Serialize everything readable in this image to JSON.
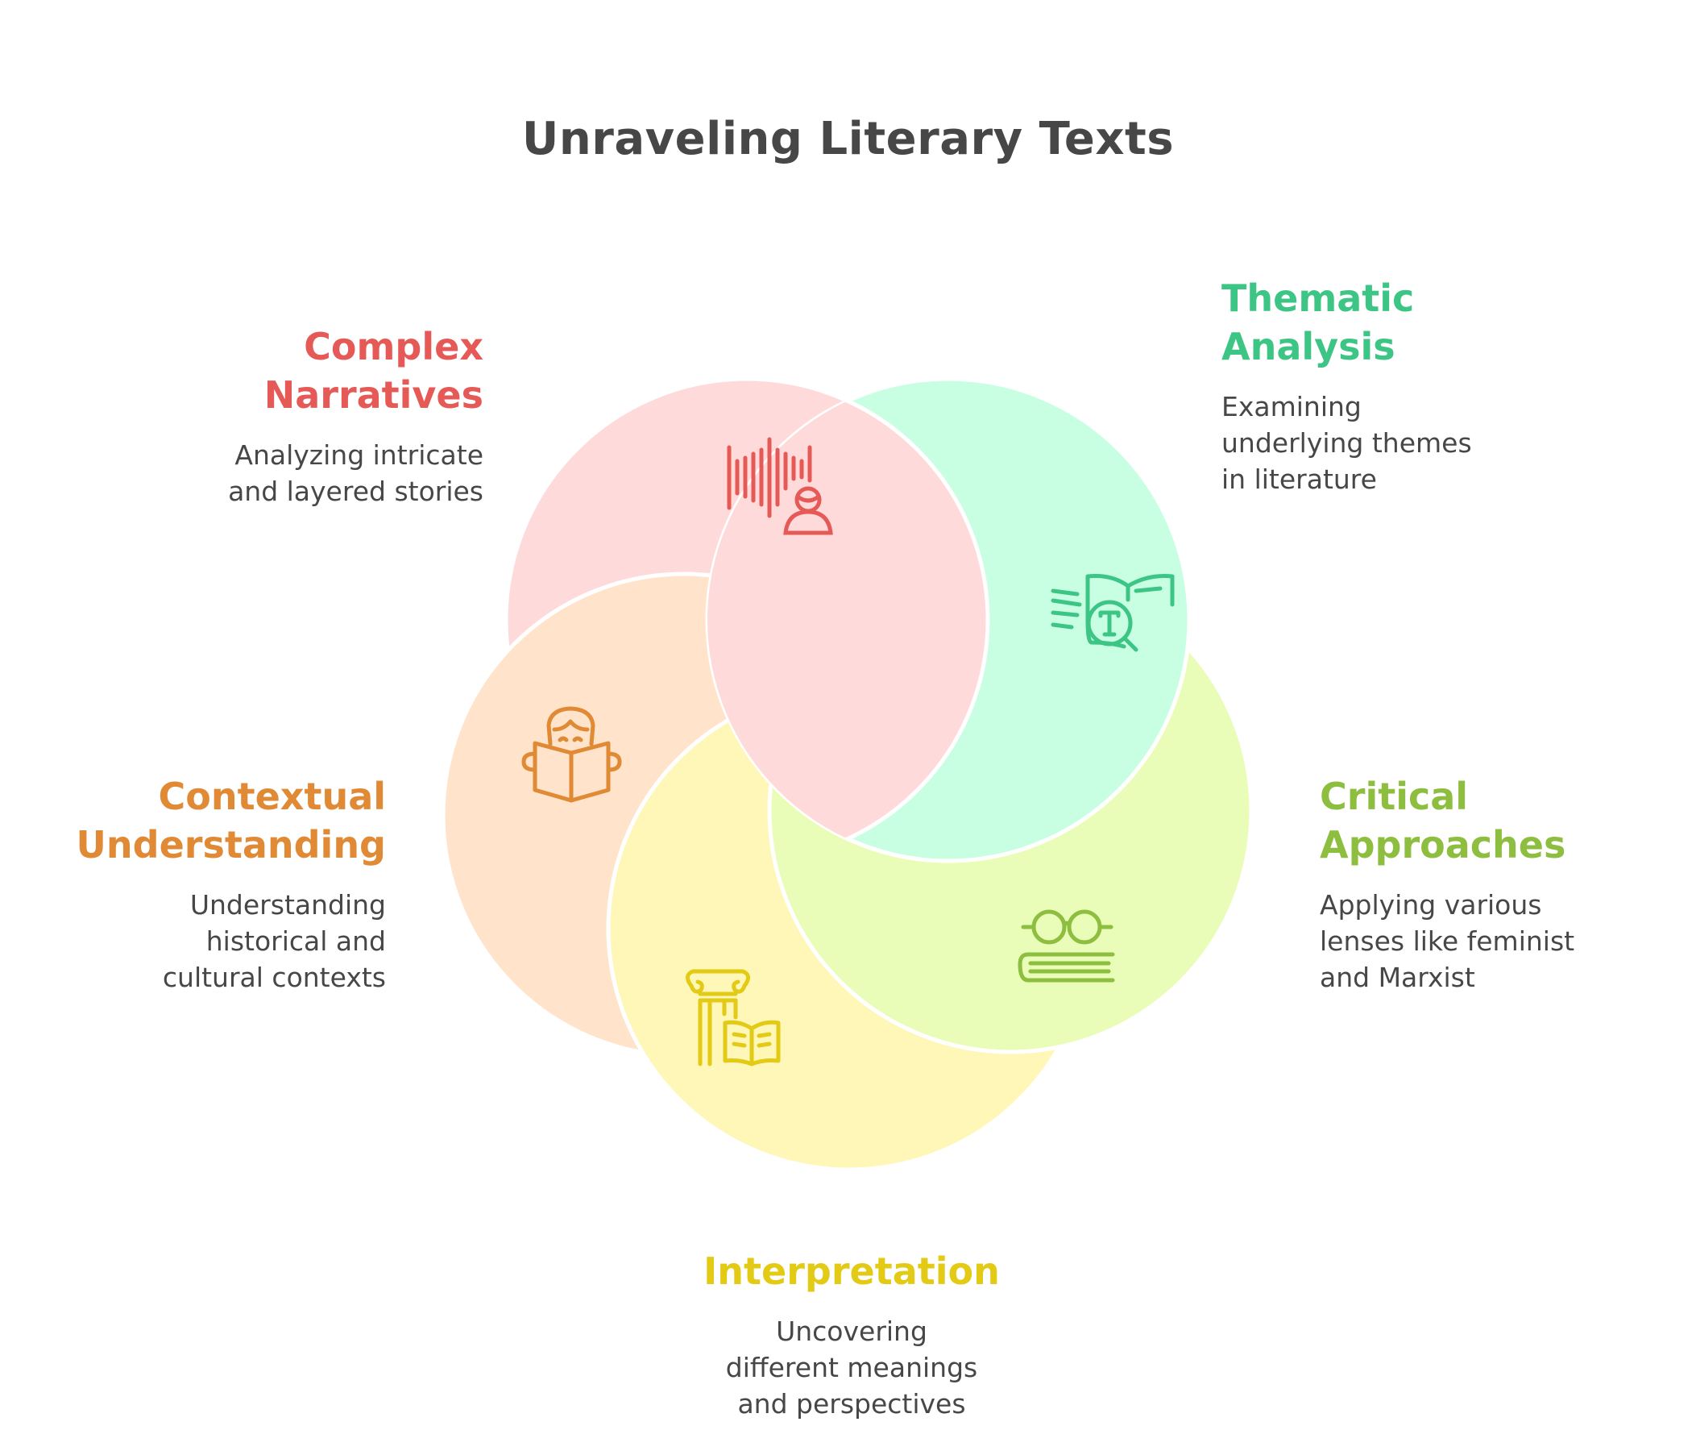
{
  "title": "Unraveling Literary Texts",
  "colors": {
    "text": "#474747",
    "complex": "#E55A57",
    "thematic": "#3CC585",
    "critical": "#8DBE3F",
    "interpretation": "#E2CA15",
    "contextual": "#E08A35"
  },
  "items": [
    {
      "id": "complex-narratives",
      "heading": "Complex\nNarratives",
      "description": "Analyzing intricate\nand layered stories",
      "icon": "soundwave-person-icon",
      "accent": "#E55A57",
      "fill": "#FFDADA"
    },
    {
      "id": "thematic-analysis",
      "heading": "Thematic\nAnalysis",
      "description": "Examining\nunderlying themes\nin literature",
      "icon": "book-magnifier-icon",
      "accent": "#3CC585",
      "fill": "#C8FFE3"
    },
    {
      "id": "critical-approaches",
      "heading": "Critical\nApproaches",
      "description": "Applying various\nlenses like feminist\nand Marxist",
      "icon": "glasses-book-icon",
      "accent": "#8DBE3F",
      "fill": "#EAFDB8"
    },
    {
      "id": "interpretation",
      "heading": "Interpretation",
      "description": "Uncovering\ndifferent meanings\nand perspectives",
      "icon": "column-book-icon",
      "accent": "#E2CA15",
      "fill": "#FFF7B8"
    },
    {
      "id": "contextual-understanding",
      "heading": "Contextual\nUnderstanding",
      "description": "Understanding\nhistorical and\ncultural contexts",
      "icon": "person-reading-icon",
      "accent": "#E08A35",
      "fill": "#FFE3CB"
    }
  ]
}
